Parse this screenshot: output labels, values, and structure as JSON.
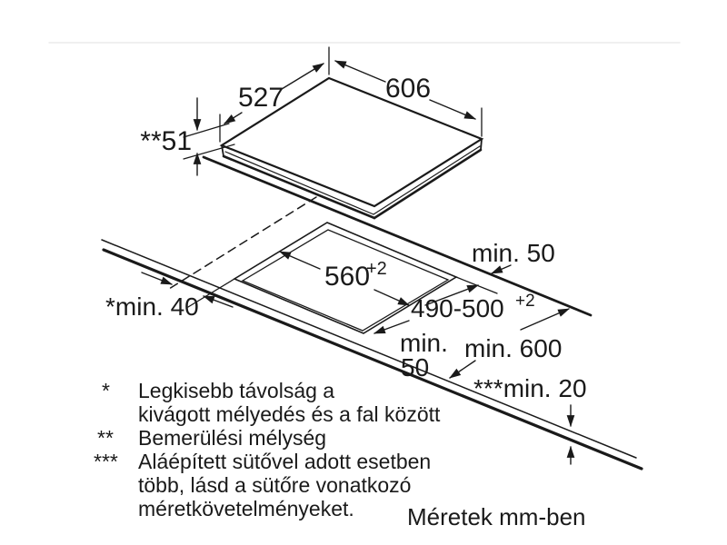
{
  "colors": {
    "ink": "#1a1a1a",
    "paper": "#ffffff",
    "rule": "#e7e7e7"
  },
  "labels": {
    "dim_depth_top": "527",
    "dim_width_top": "606",
    "dim_height": "**51",
    "cutout_width": "560",
    "cutout_width_sup": "+2",
    "cutout_depth": "490-500",
    "cutout_depth_sup": "+2",
    "back_clearance": "min. 50",
    "front_clearance_line1": "min.",
    "front_clearance_line2": "50",
    "side_clearance": "*min. 40",
    "worktop_depth": "min. 600",
    "wall_gap": "***min. 20",
    "units_note": "Méretek mm-ben"
  },
  "footnotes": [
    {
      "marker": "*",
      "lines": [
        "Legkisebb távolság a",
        "kivágott mélyedés és a fal között"
      ]
    },
    {
      "marker": "**",
      "lines": [
        "Bemerülési mélység"
      ]
    },
    {
      "marker": "***",
      "lines": [
        "Aláépített sütővel adott esetben",
        "több, lásd a sütőre vonatkozó",
        "méretkövetelményeket."
      ]
    }
  ]
}
